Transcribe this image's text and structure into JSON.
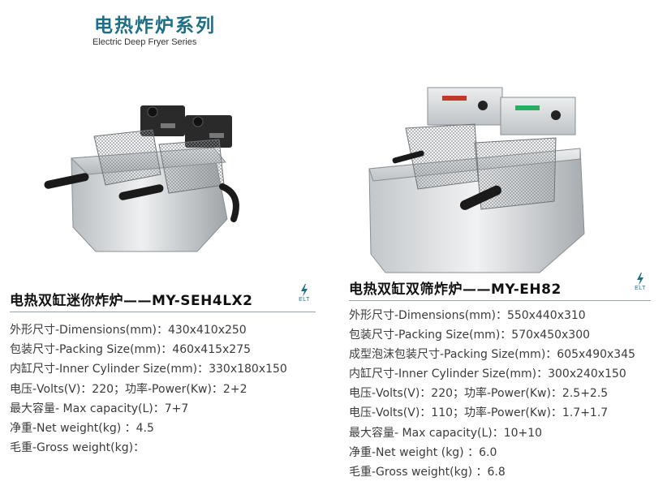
{
  "header": {
    "title": "电热炸炉系列",
    "subtitle": "Electric Deep Fryer Series"
  },
  "badge": {
    "text": "ELT"
  },
  "colors": {
    "accent": "#1e6e86",
    "divider": "#9aa3a8"
  },
  "products": [
    {
      "title": "电热双缸迷你炸炉——MY-SEH4LX2",
      "specs": [
        "外形尺寸-Dimensions(mm)：430x410x250",
        "包装尺寸-Packing Size(mm)：460x415x275",
        "内缸尺寸-Inner Cylinder Size(mm)：330x180x150",
        "电压-Volts(V)：220；功率-Power(Kw)：2+2",
        "最大容量- Max capacity(L)：7+7",
        "净重-Net weight(kg) ：4.5",
        "毛重-Gross weight(kg)："
      ]
    },
    {
      "title": "电热双缸双筛炸炉——MY-EH82",
      "specs": [
        "外形尺寸-Dimensions(mm)：550x440x310",
        "包装尺寸-Packing Size(mm)：570x450x300",
        "成型泡沫包装尺寸-Packing Size(mm)：605x490x345",
        "内缸尺寸-Inner Cylinder Size(mm)：300x240x150",
        "电压-Volts(V)：220；功率-Power(Kw)：2.5+2.5",
        "电压-Volts(V)：110；功率-Power(Kw)：1.7+1.7",
        "最大容量- Max capacity(L)：10+10",
        "净重-Net weight (kg) ：6.0",
        "毛重-Gross weight(kg) ：6.8"
      ]
    }
  ]
}
